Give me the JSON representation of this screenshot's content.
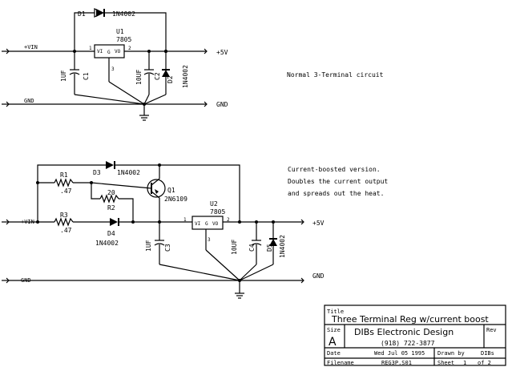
{
  "upper_circuit": {
    "input_label": "+VIN",
    "output_label": "+5V",
    "ground_label": "GND",
    "d1": {
      "ref": "D1",
      "part": "1N4002"
    },
    "u1": {
      "ref": "U1",
      "part": "7805",
      "pin_in": "VI",
      "pin_gnd": "G",
      "pin_out": "VO",
      "pin1": "1",
      "pin2": "2",
      "pin3": "3"
    },
    "c1": {
      "ref": "C1",
      "value": "1UF"
    },
    "c2": {
      "ref": "C2",
      "value": "10UF"
    },
    "d2": {
      "ref": "D2",
      "part": "1N4002"
    },
    "note": "Normal 3-Terminal circuit"
  },
  "lower_circuit": {
    "input_label": "+VIN",
    "output_label": "+5V",
    "ground_label": "GND",
    "r1": {
      "ref": "R1",
      "value": ".47"
    },
    "r3": {
      "ref": "R3",
      "value": ".47"
    },
    "r2": {
      "ref": "R2",
      "value": "20"
    },
    "d3": {
      "ref": "D3",
      "part": "1N4002"
    },
    "d4": {
      "ref": "D4",
      "part": "1N4002"
    },
    "q1": {
      "ref": "Q1",
      "part": "2N6109"
    },
    "u2": {
      "ref": "U2",
      "part": "7805",
      "pin_in": "VI",
      "pin_gnd": "G",
      "pin_out": "VO",
      "pin1": "1",
      "pin2": "2",
      "pin3": "3"
    },
    "c3": {
      "ref": "C3",
      "value": "1UF"
    },
    "c4": {
      "ref": "C4",
      "value": "10UF"
    },
    "d5": {
      "ref": "D5",
      "part": "1N4002"
    },
    "note_lines": [
      "Current-boosted version.",
      "Doubles the current output",
      "and spreads out the heat."
    ]
  },
  "title_block": {
    "title_label": "Title",
    "title": "Three Terminal Reg w/current boost",
    "size_label": "Size",
    "size": "A",
    "company": "DIBs Electronic Design",
    "phone": "(918) 722-3877",
    "rev_label": "Rev",
    "date_label": "Date",
    "date": "Wed Jul 05 1995",
    "drawn_by_label": "Drawn by",
    "drawn_by": "DIBs",
    "filename_label": "Filename",
    "filename": "REG3P.S01",
    "sheet_label": "Sheet",
    "sheet": "1",
    "sheet_of": "of 2"
  }
}
